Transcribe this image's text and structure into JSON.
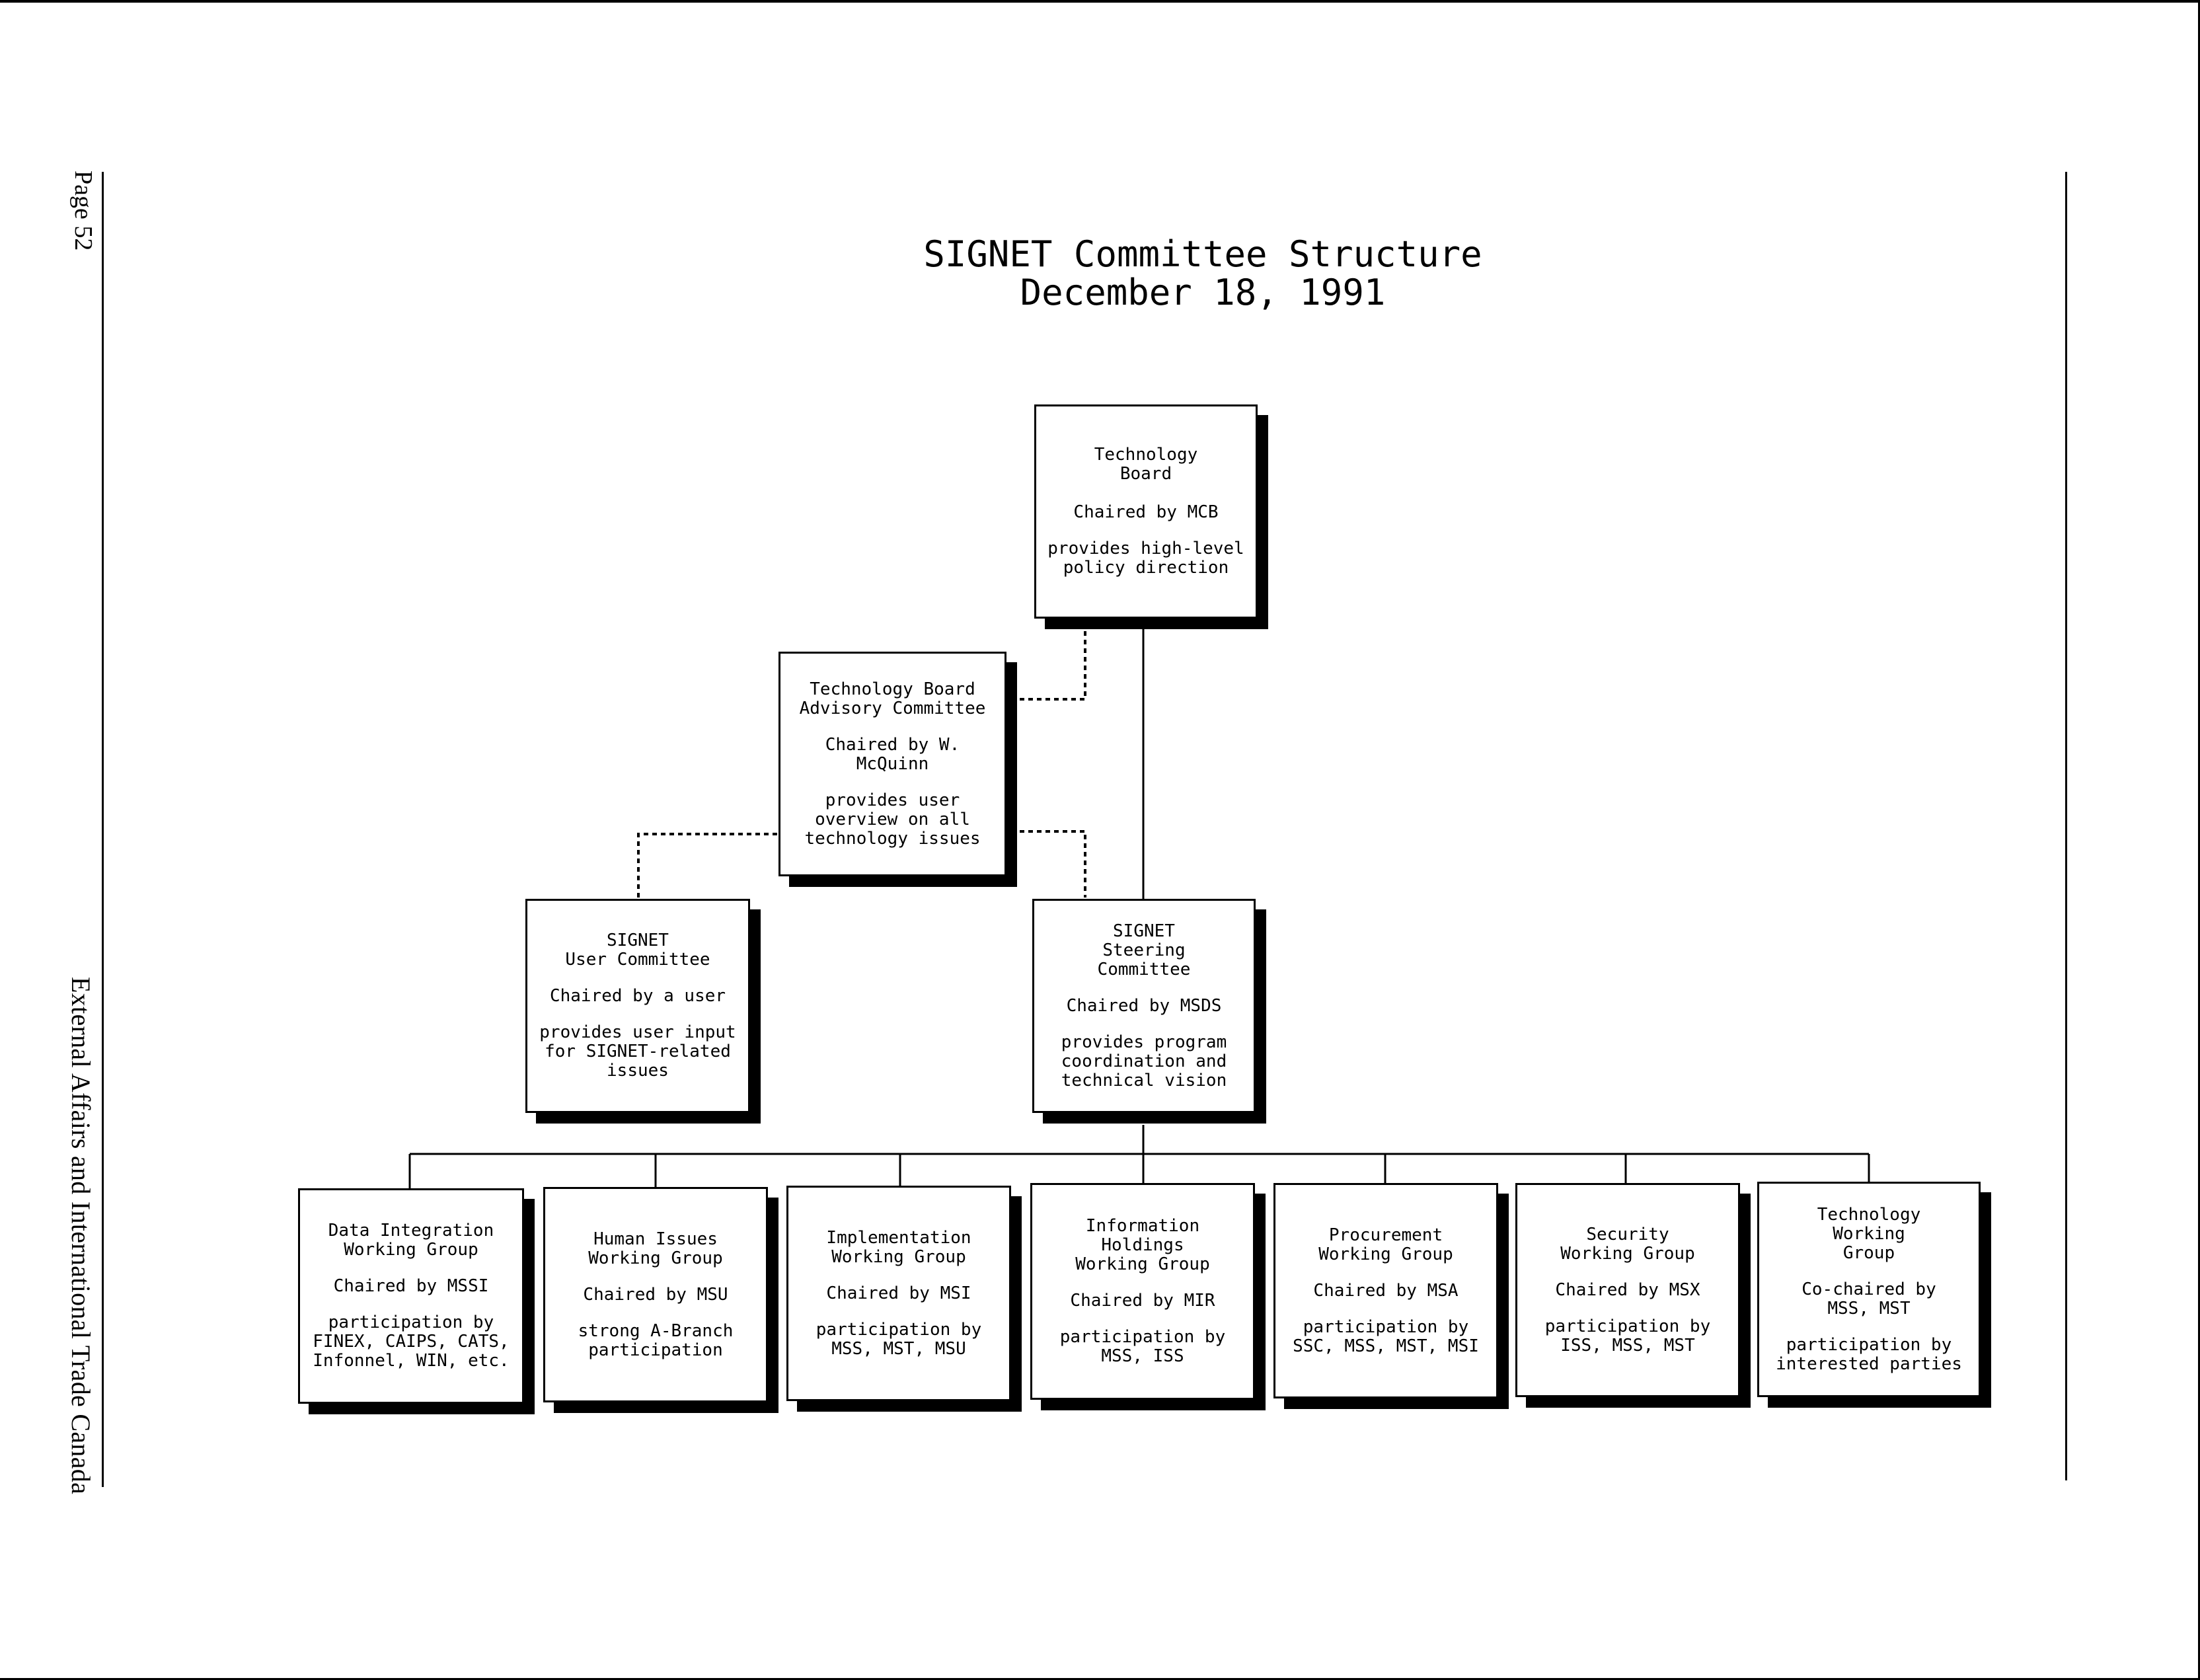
{
  "page": {
    "page_label": "Page 52",
    "publisher": "External Affairs and International Trade Canada"
  },
  "title": {
    "line1": "SIGNET Committee Structure",
    "line2": "December 18, 1991"
  },
  "boxes": {
    "technology_board": {
      "name": "Technology\nBoard",
      "chair": "Chaired by MCB",
      "desc": "provides high-level\npolicy direction"
    },
    "advisory_committee": {
      "name": "Technology Board\nAdvisory Committee",
      "chair": "Chaired by W. McQuinn",
      "desc": "provides user\noverview on all\ntechnology issues"
    },
    "user_committee": {
      "name": "SIGNET\nUser Committee",
      "chair": "Chaired by a user",
      "desc": "provides user input\nfor SIGNET-related\nissues"
    },
    "steering_committee": {
      "name": "SIGNET\nSteering\nCommittee",
      "chair": "Chaired by MSDS",
      "desc": "provides program\ncoordination and\ntechnical vision"
    },
    "data_integration": {
      "name": "Data Integration\nWorking Group",
      "chair": "Chaired by MSSI",
      "desc": "participation by\nFINEX, CAIPS, CATS,\nInfonnel, WIN, etc."
    },
    "human_issues": {
      "name": "Human Issues\nWorking Group",
      "chair": "Chaired by MSU",
      "desc": "strong A-Branch\nparticipation"
    },
    "implementation": {
      "name": "Implementation\nWorking Group",
      "chair": "Chaired by MSI",
      "desc": "participation by\nMSS, MST, MSU"
    },
    "information_holdings": {
      "name": "Information\nHoldings\nWorking Group",
      "chair": "Chaired by MIR",
      "desc": "participation by\nMSS, ISS"
    },
    "procurement": {
      "name": "Procurement\nWorking Group",
      "chair": "Chaired by MSA",
      "desc": "participation by\nSSC, MSS, MST, MSI"
    },
    "security": {
      "name": "Security\nWorking Group",
      "chair": "Chaired by MSX",
      "desc": "participation by\nISS, MSS, MST"
    },
    "technology_wg": {
      "name": "Technology\nWorking\nGroup",
      "chair": "Co-chaired by\nMSS, MST",
      "desc": "participation by\ninterested parties"
    }
  }
}
